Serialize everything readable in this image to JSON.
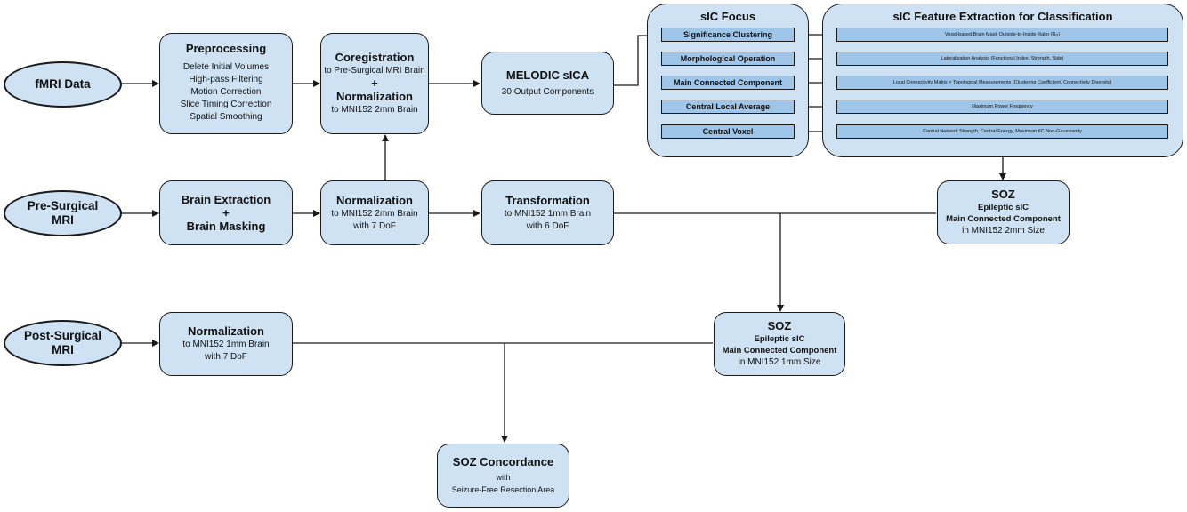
{
  "inputs": {
    "fmri": "fMRI Data",
    "pre_line1": "Pre-Surgical",
    "pre_line2": "MRI",
    "post_line1": "Post-Surgical",
    "post_line2": "MRI"
  },
  "preprocessing": {
    "title": "Preprocessing",
    "steps": [
      "Delete Initial Volumes",
      "High-pass Filtering",
      "Motion Correction",
      "Slice Timing Correction",
      "Spatial Smoothing"
    ]
  },
  "coreg": {
    "title": "Coregistration",
    "sub1": "to Pre-Surgical MRI Brain",
    "plus": "+",
    "title2": "Normalization",
    "sub2": "to MNI152 2mm Brain"
  },
  "melodic": {
    "title": "MELODIC sICA",
    "sub": "30 Output Components"
  },
  "brain_extraction": {
    "line1": "Brain Extraction",
    "plus": "+",
    "line2": "Brain Masking"
  },
  "norm_pre": {
    "title": "Normalization",
    "sub1": "to MNI152 2mm Brain",
    "sub2": "with 7 DoF"
  },
  "transform": {
    "title": "Transformation",
    "sub1": "to MNI152 1mm Brain",
    "sub2": "with 6 DoF"
  },
  "norm_post": {
    "title": "Normalization",
    "sub1": "to MNI152 1mm Brain",
    "sub2": "with 7 DoF"
  },
  "focus": {
    "title": "sIC Focus",
    "steps": [
      "Significance Clustering",
      "Morphological Operation",
      "Main Connected Component",
      "Central Local Average",
      "Central Voxel"
    ]
  },
  "features": {
    "title": "sIC Feature Extraction for Classification",
    "items": [
      "Voxel-based Brain Mask Outside-to-Inside Ratio (Rₒᵢ)",
      "Lateralization Analysis (Functional Index, Strength, Side)",
      "Local Connectivity Matrix > Topological Measurements (Clustering Coefficient, Connectivity Diversity)",
      "Maximum Power Frequency",
      "Central Network Strength, Central Energy, Maximum tIC Non-Gaussianity"
    ]
  },
  "soz2mm": {
    "title": "SOZ",
    "line1": "Epileptic sIC",
    "line2": "Main Connected Component",
    "line3": "in MNI152 2mm Size"
  },
  "soz1mm": {
    "title": "SOZ",
    "line1": "Epileptic sIC",
    "line2": "Main Connected Component",
    "line3": "in MNI152 1mm Size"
  },
  "concordance": {
    "title": "SOZ Concordance",
    "sub1": "with",
    "sub2": "Seizure-Free Resection Area"
  },
  "colors": {
    "box": "#cfe2f3",
    "inner": "#9fc5e8",
    "stroke": "#1a1a1a"
  }
}
